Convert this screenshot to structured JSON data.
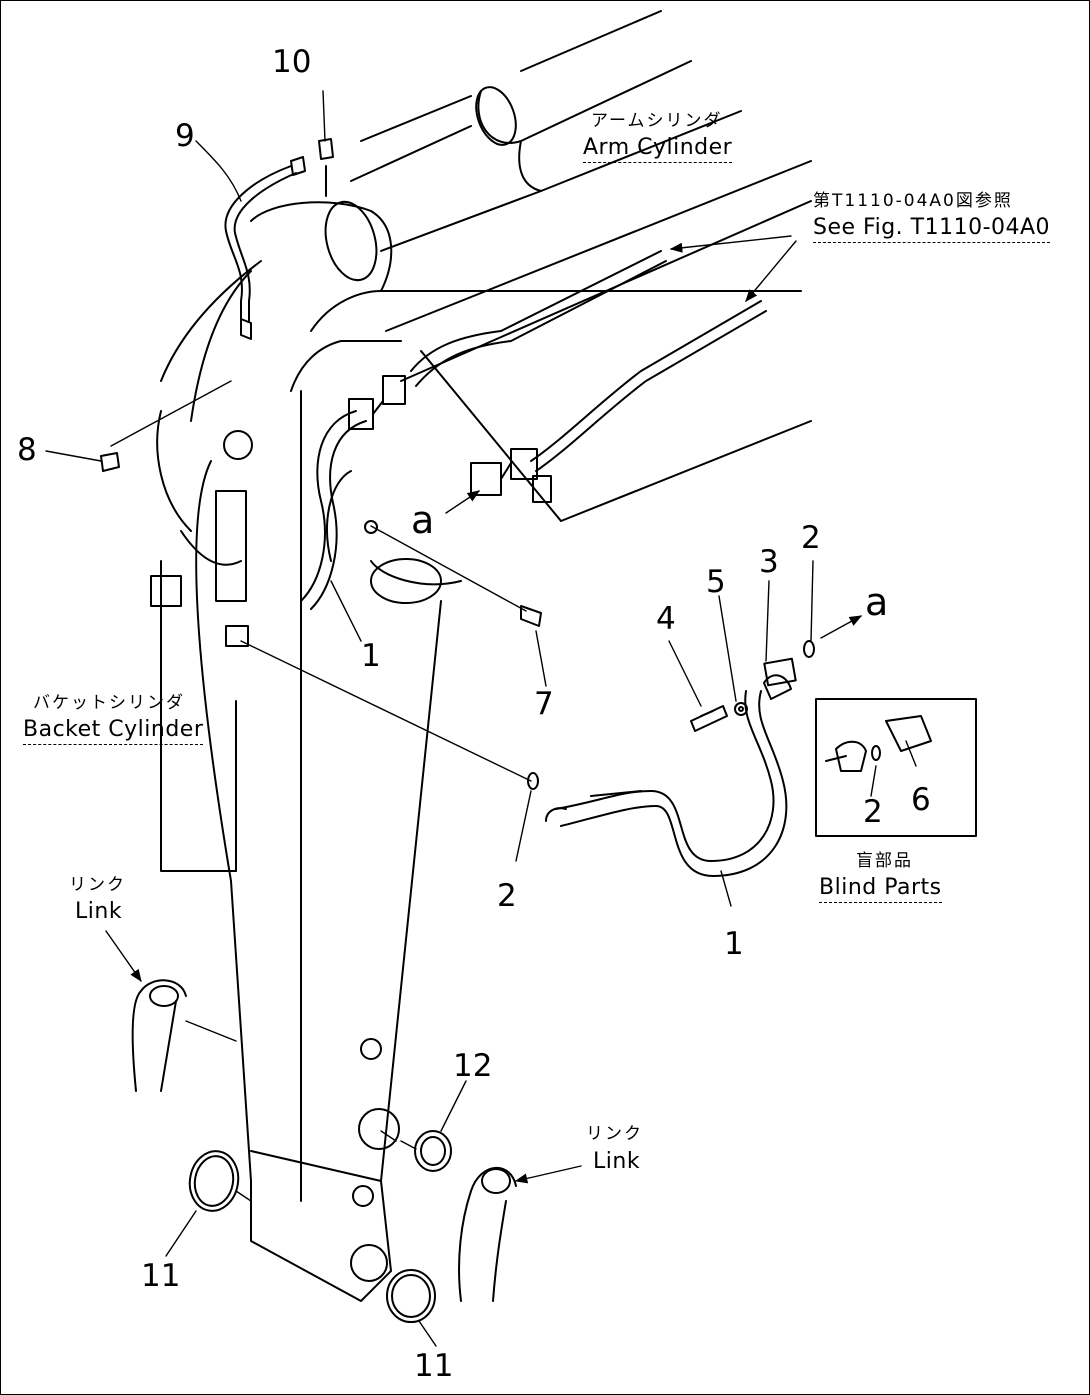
{
  "callouts": {
    "n1_upper": "1",
    "n1_lower": "1",
    "n2_right": "2",
    "n2_lower": "2",
    "n2_blind": "2",
    "n3": "3",
    "n4": "4",
    "n5": "5",
    "n6": "6",
    "n7": "7",
    "n8": "8",
    "n9": "9",
    "n10": "10",
    "n11_left": "11",
    "n11_bottom": "11",
    "n12": "12"
  },
  "connection_marks": {
    "a_left": "a",
    "a_right": "a"
  },
  "labels": {
    "arm_cylinder_jp": "アームシリンダ",
    "arm_cylinder_en": "Arm Cylinder",
    "see_fig_jp": "第T1110-04A0図参照",
    "see_fig_en": "See Fig. T1110-04A0",
    "bucket_cylinder_jp": "バケットシリンダ",
    "bucket_cylinder_en": "Backet Cylinder",
    "link_left_jp": "リンク",
    "link_left_en": "Link",
    "link_right_jp": "リンク",
    "link_right_en": "Link",
    "blind_parts_jp": "盲部品",
    "blind_parts_en": "Blind Parts"
  }
}
